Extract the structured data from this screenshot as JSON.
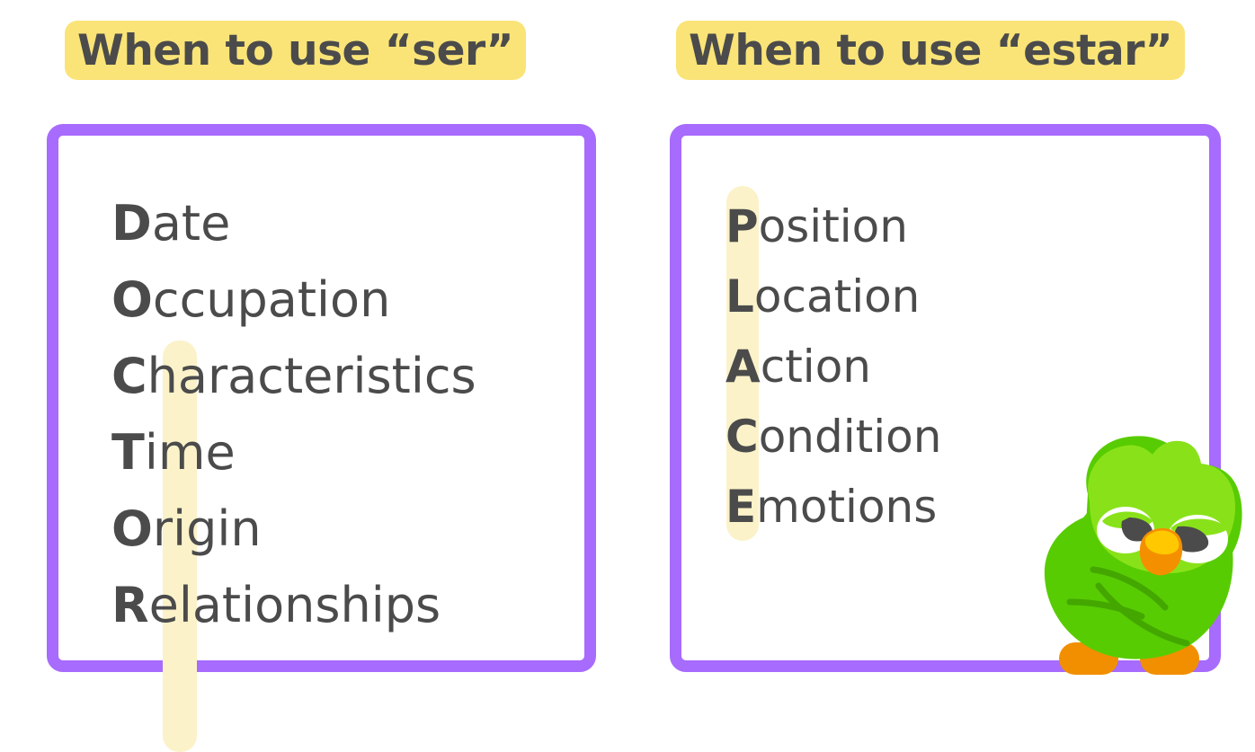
{
  "page": {
    "background_color": "#ffffff",
    "text_color": "#4b4b4b"
  },
  "colors": {
    "badge_yellow": "#fae477",
    "initial_highlight_yellow": "#fbf2c9",
    "card_border_purple": "#a76bfd",
    "owl_body_green": "#58cc02",
    "owl_face_green": "#89e219",
    "owl_beak_orange": "#f49000",
    "owl_beak_yellow": "#ffc800",
    "owl_foot_orange": "#f18f00",
    "owl_eye_white": "#ffffff",
    "owl_pupil_gray": "#4b4b4b"
  },
  "left_panel": {
    "title": "When to use “ser”",
    "acronym": "DOCTOR",
    "items": [
      {
        "initial": "D",
        "rest": "ate",
        "full": "Date"
      },
      {
        "initial": "O",
        "rest": "ccupation",
        "full": "Occupation"
      },
      {
        "initial": "C",
        "rest": "haracteristics",
        "full": "Characteristics"
      },
      {
        "initial": "T",
        "rest": "ime",
        "full": "Time"
      },
      {
        "initial": "O",
        "rest": "rigin",
        "full": "Origin"
      },
      {
        "initial": "R",
        "rest": "elationships",
        "full": "Relationships"
      }
    ]
  },
  "right_panel": {
    "title": "When to use “estar”",
    "acronym": "PLACE",
    "items": [
      {
        "initial": "P",
        "rest": "osition",
        "full": "Position"
      },
      {
        "initial": "L",
        "rest": "ocation",
        "full": "Location"
      },
      {
        "initial": "A",
        "rest": "ction",
        "full": "Action"
      },
      {
        "initial": "C",
        "rest": "ondition",
        "full": "Condition"
      },
      {
        "initial": "E",
        "rest": "motions",
        "full": "Emotions"
      }
    ]
  },
  "mascot": {
    "name": "duolingo-owl",
    "expression": "skeptical"
  }
}
